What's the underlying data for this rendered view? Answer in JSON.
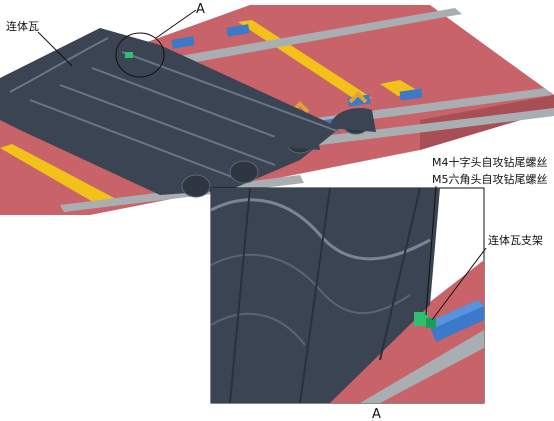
{
  "diagram": {
    "labels": {
      "main_tile": "连体瓦",
      "callout_top": "A",
      "screw_m4": "M4十字头自攻钻尾螺丝",
      "screw_m5": "M5六角头自攻钻尾螺丝",
      "bracket": "连体瓦支架",
      "detail_caption": "A"
    },
    "colors": {
      "roof_red": "#c8636a",
      "roof_red_dark": "#a84e55",
      "rail_gray": "#a9aeb3",
      "rail_yellow": "#f2c21a",
      "tile_dark": "#3b4452",
      "tile_mid": "#4a5566",
      "tile_light": "#7a8494",
      "bracket_blue": "#3b79c9",
      "bracket_orange": "#e0a23a",
      "screw_green": "#2fbf6f"
    }
  }
}
